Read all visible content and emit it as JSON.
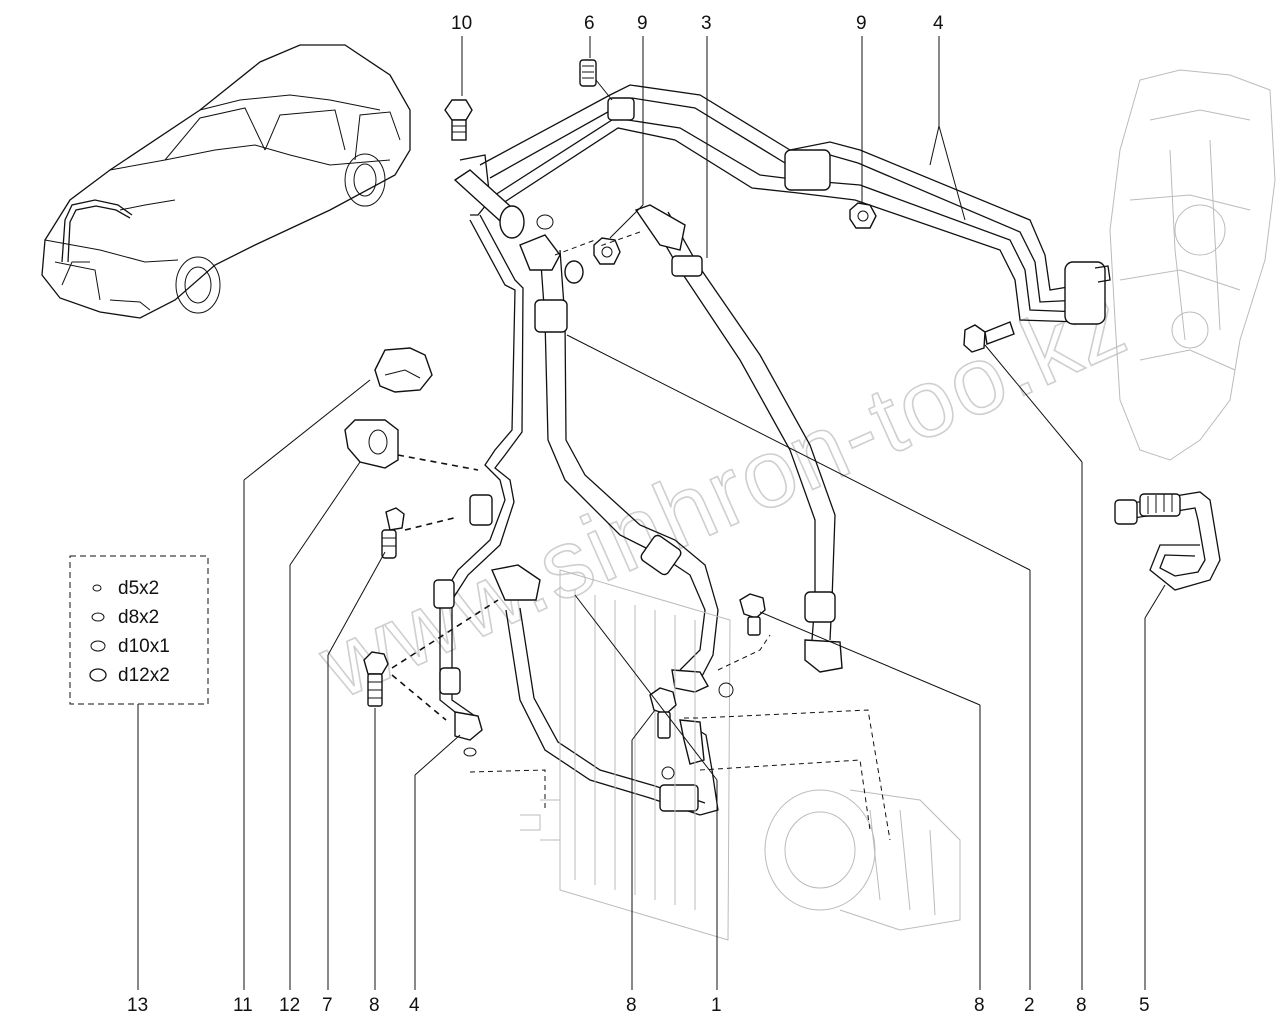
{
  "watermark": "www.sinhron-too.kz",
  "callouts": {
    "c10": "10",
    "c6": "6",
    "c9a": "9",
    "c3": "3",
    "c9b": "9",
    "c4top": "4",
    "c13": "13",
    "c11": "11",
    "c12": "12",
    "c7": "7",
    "c8a": "8",
    "c4b": "4",
    "c8b": "8",
    "c1": "1",
    "c8c": "8",
    "c2": "2",
    "c8d": "8",
    "c5": "5"
  },
  "legend": {
    "items": [
      "d5x2",
      "d8x2",
      "d10x1",
      "d12x2"
    ]
  }
}
